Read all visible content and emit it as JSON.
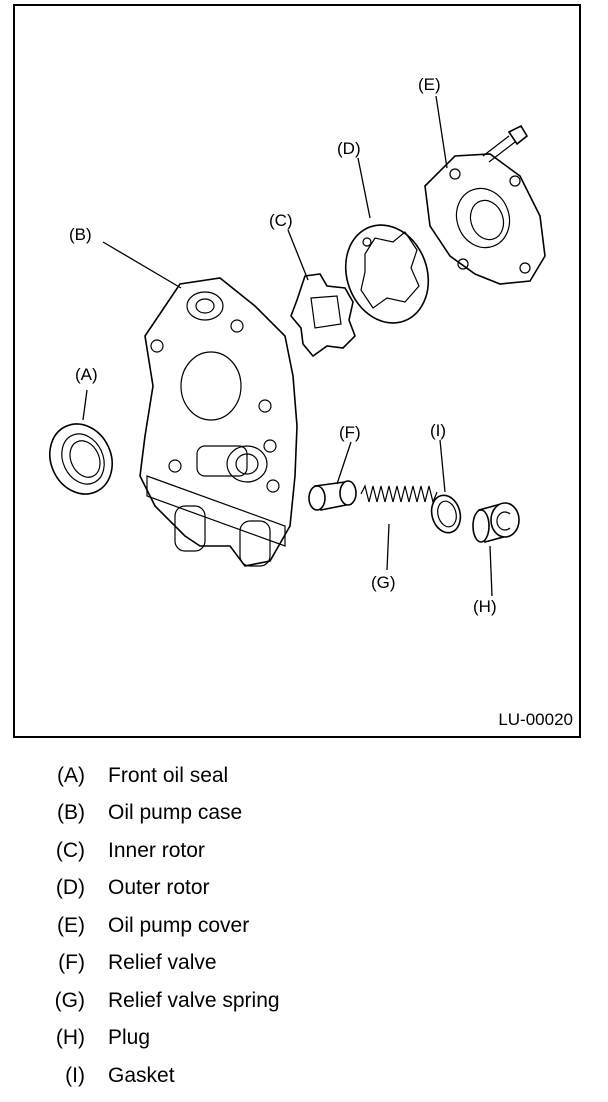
{
  "figure": {
    "code": "LU-00020",
    "callouts": {
      "A": "(A)",
      "B": "(B)",
      "C": "(C)",
      "D": "(D)",
      "E": "(E)",
      "F": "(F)",
      "G": "(G)",
      "H": "(H)",
      "I": "(I)"
    }
  },
  "legend": [
    {
      "key": "(A)",
      "text": "Front oil seal"
    },
    {
      "key": "(B)",
      "text": "Oil pump case"
    },
    {
      "key": "(C)",
      "text": "Inner rotor"
    },
    {
      "key": "(D)",
      "text": "Outer rotor"
    },
    {
      "key": "(E)",
      "text": "Oil pump cover"
    },
    {
      "key": "(F)",
      "text": "Relief valve"
    },
    {
      "key": "(G)",
      "text": "Relief valve spring"
    },
    {
      "key": "(H)",
      "text": "Plug"
    },
    {
      "key": "(I)",
      "text": "Gasket"
    }
  ]
}
